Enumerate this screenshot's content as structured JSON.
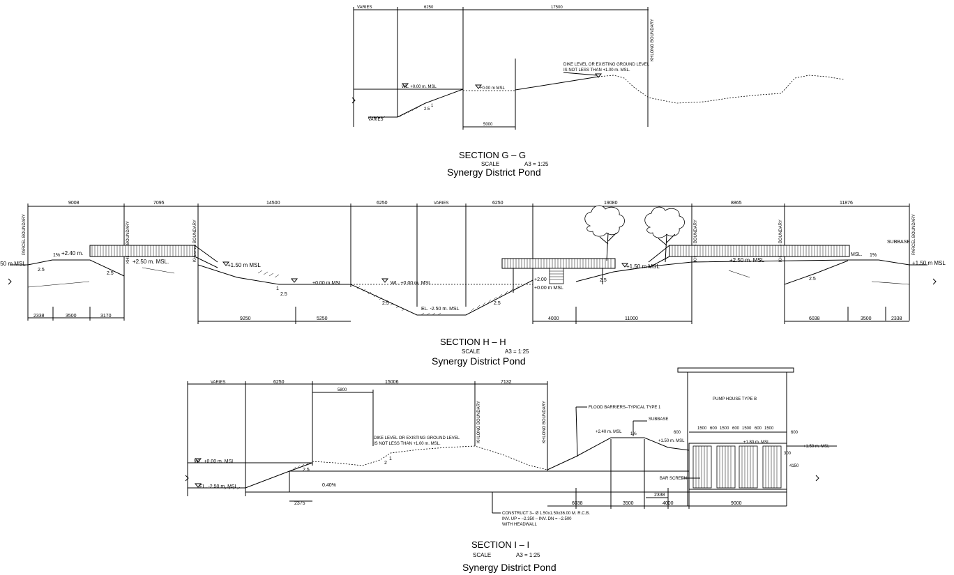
{
  "section_g": {
    "title": "SECTION  G  –  G",
    "scale_label": "SCALE",
    "scale_value": "A3  =  1:25",
    "subtitle": "Synergy District  Pond",
    "dims_top": [
      "VARIES",
      "6250",
      "17500"
    ],
    "dims_bottom": [
      "5000"
    ],
    "khlong_boundary": "KHLONG BOUNDARY",
    "water_level": "WL. +0.00 m. MSL",
    "level_2": "+0.00 m MSL",
    "dike_note_1": "DIKE LEVEL OR EXISTING GROUND LEVEL",
    "dike_note_2": "IS NOT LESS THAN +1.00 m. MSL.",
    "slope_ratio": "2.5",
    "slope_one": "1",
    "ground_label": "VARIES"
  },
  "section_h": {
    "title": "SECTION  H  –  H",
    "scale_label": "SCALE",
    "scale_value": "A3  =  1:25",
    "subtitle": "Synergy District  Pond",
    "dims_top": [
      "9008",
      "7095",
      "14500",
      "6250",
      "VARIES",
      "6250",
      "19080",
      "8865",
      "11876"
    ],
    "dims_bottom": [
      "2338",
      "3500",
      "3170",
      "9250",
      "5250",
      "4000",
      "11000",
      "6038",
      "3500",
      "2338"
    ],
    "parcel_boundary": "PARCEL BOUNDARY",
    "khlong_boundary": "KHLONG BOUNDARY",
    "level_left": ".50 m MSL",
    "level_right": "+1.50 m MSL",
    "slope_pct": "1%",
    "level_240": "+2.40 m.",
    "level_250": "+2.50 m. MSL.",
    "level_250b": "+2.50 m. MSL",
    "level_150": "+1.50 m MSL",
    "level_000": "+0.00 m MSL",
    "wl": "WL. +0.00 m. MSL",
    "el": "EL. -2.50 m. MSL",
    "level_000b": "+0.00 m MSL",
    "level_200": "+2.00",
    "msl": "MSL.",
    "subbase": "SUBBASE",
    "slope_ratio": "2.5",
    "slope_one": "1"
  },
  "section_i": {
    "title": "SECTION  I  –  I",
    "scale_label": "SCALE",
    "scale_value": "A3  =  1:25",
    "subtitle": "Synergy District  Pond",
    "dims_top": [
      "VARIES",
      "6250",
      "15006",
      "7132"
    ],
    "dim_5800": "5800",
    "dims_bottom": [
      "2375",
      "6038",
      "3500",
      "2338",
      "4000",
      "9000"
    ],
    "khlong_boundary": "KHLONG BOUNDARY",
    "wl": "WL. +0.00 m. MSL",
    "el": "EL. -2.50 m. MSL",
    "slope_040": "0.40%",
    "dike_note_1": "DIKE LEVEL OR EXISTING GROUND LEVEL",
    "dike_note_2": "IS NOT LESS THAN +1.00 m. MSL.",
    "flood_barrier": "FLOOD BARRIERS–TYPICAL TYPE 1",
    "subbase": "SUBBASE",
    "level_240": "+2.40 m. MSL",
    "slope_pct": "1%",
    "level_150": "+1.50 m. MSL",
    "level_180": "+1.80 m. MSL",
    "level_150b": "+1.50 m. MSL",
    "pump_house": "PUMP HOUSE TYPE B",
    "pump_dims": [
      "1500",
      "600",
      "1500",
      "600",
      "1500",
      "600",
      "1500"
    ],
    "dim_600a": "600",
    "dim_600b": "600",
    "dim_300": "300",
    "dim_4150": "4150",
    "bar_screen": "BAR SCREEN",
    "construct_1": "CONSTRUCT 3– Ø 1.50x1.50x36.00 M. R.C.B.",
    "construct_2": "INV. UP = –2.350 – INV. DN = –2.500",
    "construct_3": "WITH HEADWALL",
    "slope_ratio": "2.5",
    "slope_two": "2",
    "slope_one": "1"
  }
}
